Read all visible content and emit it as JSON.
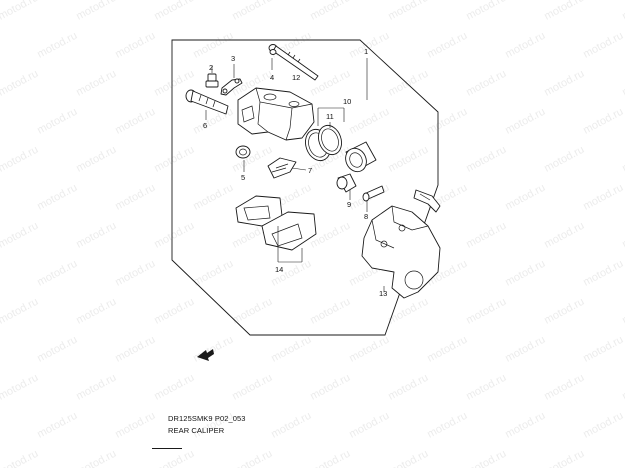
{
  "diagram": {
    "watermark_text": "motod.ru",
    "diagram_code": "DR125SMK9 P02_053",
    "diagram_title": "REAR CALIPER",
    "callouts": [
      "1",
      "2",
      "3",
      "4",
      "5",
      "6",
      "7",
      "8",
      "9",
      "10",
      "11",
      "12",
      "13",
      "14"
    ],
    "colors": {
      "line": "#1a1a1a",
      "watermark": "#ececec",
      "background": "#ffffff"
    }
  }
}
